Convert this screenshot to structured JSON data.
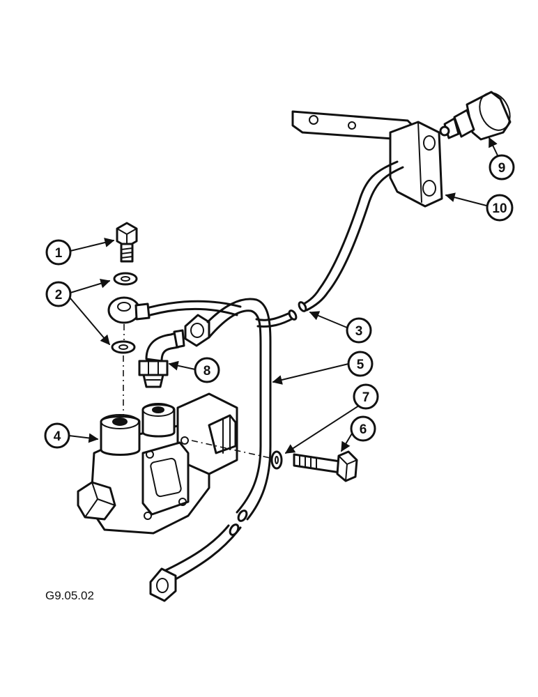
{
  "figure_code": "G9.05.02",
  "callouts": {
    "c1": "1",
    "c2": "2",
    "c3": "3",
    "c4": "4",
    "c5": "5",
    "c6": "6",
    "c7": "7",
    "c8": "8",
    "c9": "9",
    "c10": "10"
  },
  "colors": {
    "ink": "#111111",
    "paper": "#ffffff"
  }
}
